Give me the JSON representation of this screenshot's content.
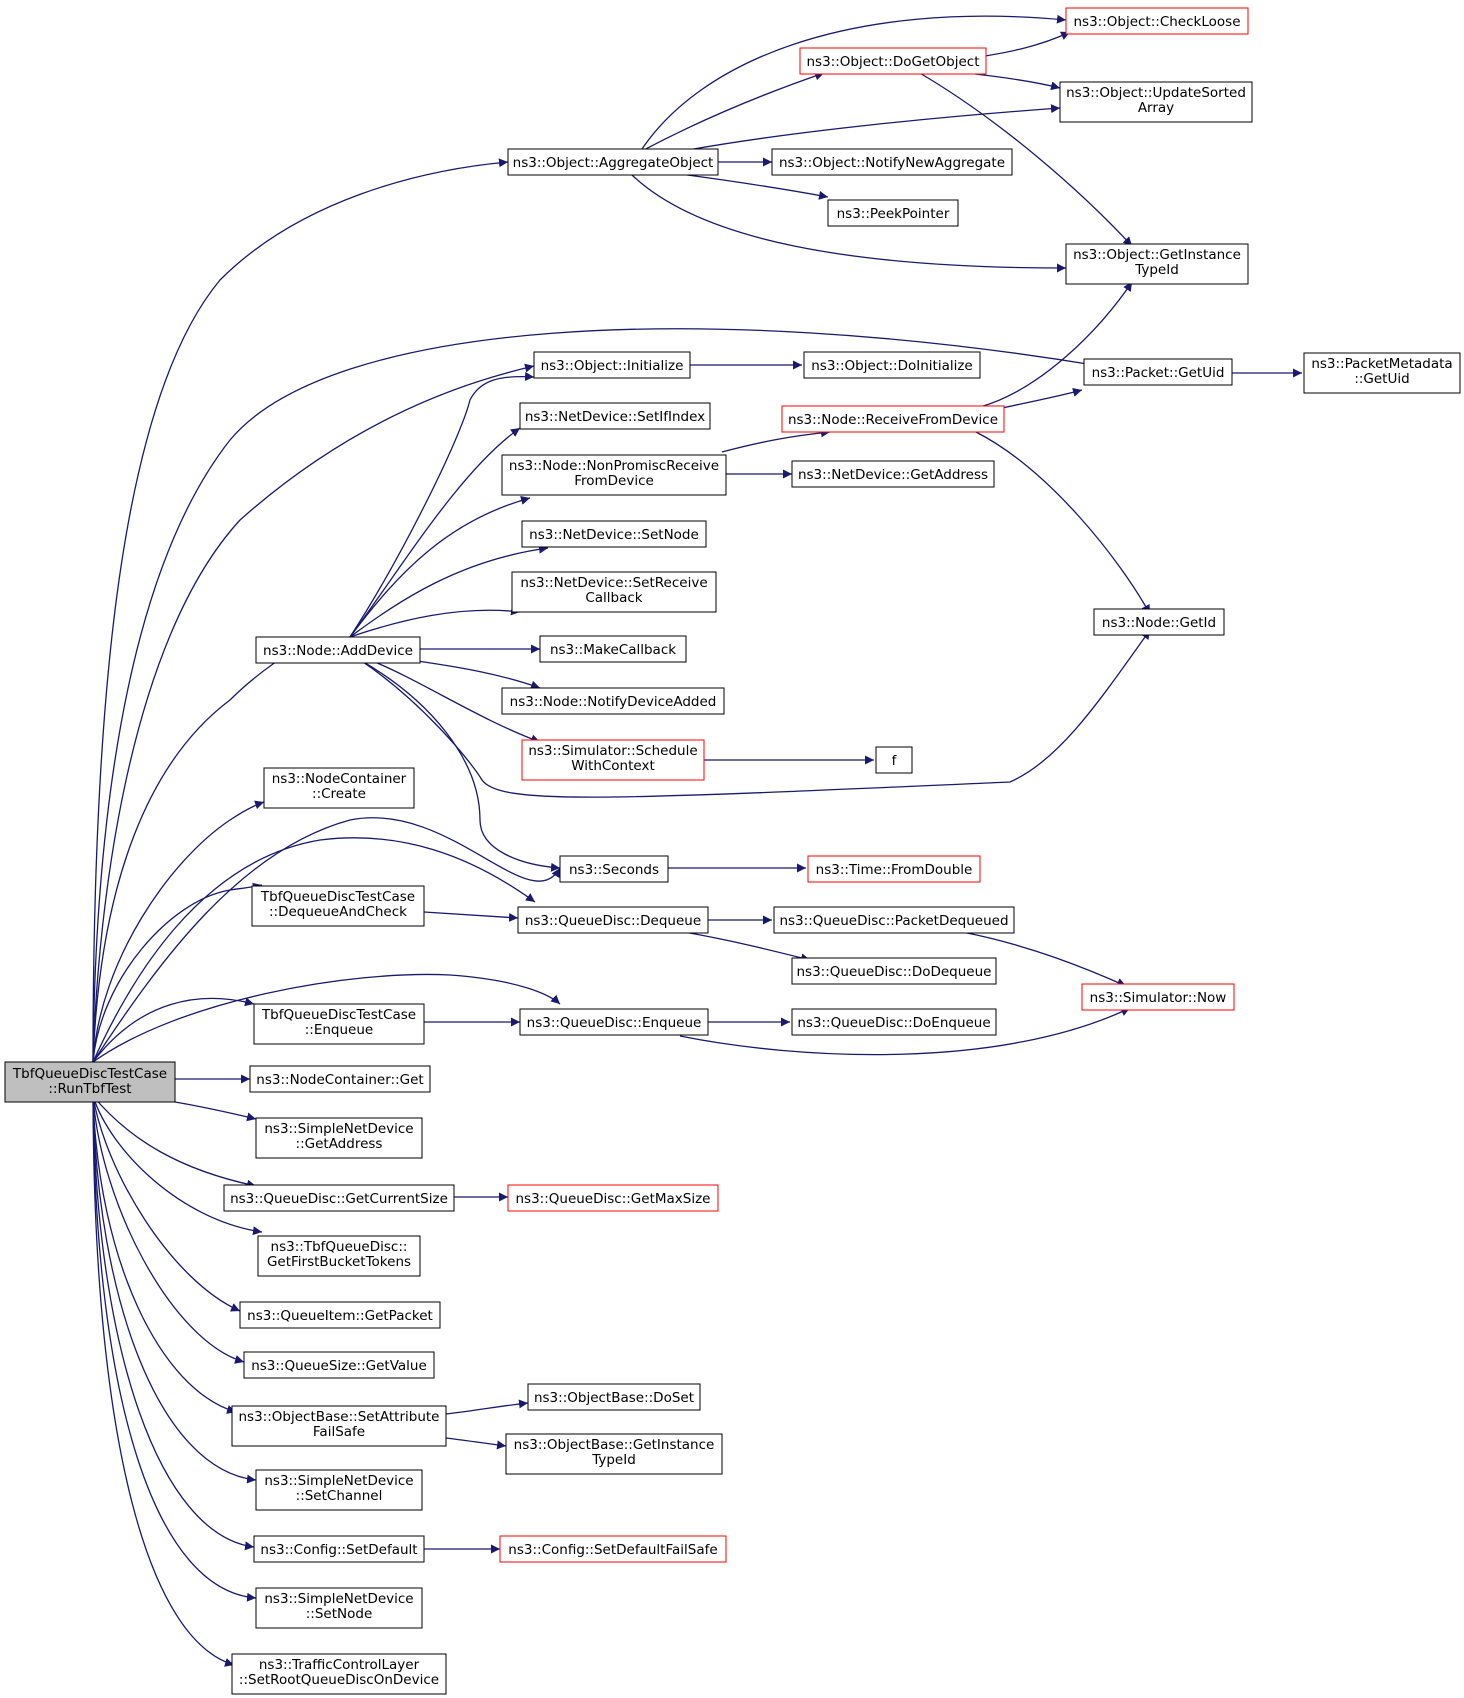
{
  "colors": {
    "edge": "#191970",
    "node_border": "#000000",
    "node_border_truncated": "#ff0000",
    "node_fill": "#ffffff",
    "root_fill": "#bfbfbf",
    "text": "#000000"
  },
  "nodes": {
    "root": {
      "lines": [
        "TbfQueueDiscTestCase",
        "::RunTbfTest"
      ]
    },
    "aggregate_object": {
      "lines": [
        "ns3::Object::AggregateObject"
      ]
    },
    "node_add_device": {
      "lines": [
        "ns3::Node::AddDevice"
      ]
    },
    "node_container_create": {
      "lines": [
        "ns3::NodeContainer",
        "::Create"
      ]
    },
    "dequeue_and_check": {
      "lines": [
        "TbfQueueDiscTestCase",
        "::DequeueAndCheck"
      ]
    },
    "tbf_enqueue": {
      "lines": [
        "TbfQueueDiscTestCase",
        "::Enqueue"
      ]
    },
    "node_container_get": {
      "lines": [
        "ns3::NodeContainer::Get"
      ]
    },
    "simple_net_device_get_address": {
      "lines": [
        "ns3::SimpleNetDevice",
        "::GetAddress"
      ]
    },
    "queue_disc_get_current_size": {
      "lines": [
        "ns3::QueueDisc::GetCurrentSize"
      ]
    },
    "tbf_get_first_bucket_tokens": {
      "lines": [
        "ns3::TbfQueueDisc::",
        "GetFirstBucketTokens"
      ]
    },
    "queue_item_get_packet": {
      "lines": [
        "ns3::QueueItem::GetPacket"
      ]
    },
    "queue_size_get_value": {
      "lines": [
        "ns3::QueueSize::GetValue"
      ]
    },
    "set_attribute_fail_safe": {
      "lines": [
        "ns3::ObjectBase::SetAttribute",
        "FailSafe"
      ]
    },
    "simple_net_device_set_channel": {
      "lines": [
        "ns3::SimpleNetDevice",
        "::SetChannel"
      ]
    },
    "config_set_default": {
      "lines": [
        "ns3::Config::SetDefault"
      ]
    },
    "simple_net_device_set_node": {
      "lines": [
        "ns3::SimpleNetDevice",
        "::SetNode"
      ]
    },
    "set_root_queue_disc": {
      "lines": [
        "ns3::TrafficControlLayer",
        "::SetRootQueueDiscOnDevice"
      ]
    },
    "do_get_object": {
      "lines": [
        "ns3::Object::DoGetObject"
      ]
    },
    "notify_new_aggregate": {
      "lines": [
        "ns3::Object::NotifyNewAggregate"
      ]
    },
    "peek_pointer": {
      "lines": [
        "ns3::PeekPointer"
      ]
    },
    "object_initialize": {
      "lines": [
        "ns3::Object::Initialize"
      ]
    },
    "net_device_set_if_index": {
      "lines": [
        "ns3::NetDevice::SetIfIndex"
      ]
    },
    "non_promisc_receive": {
      "lines": [
        "ns3::Node::NonPromiscReceive",
        "FromDevice"
      ]
    },
    "net_device_set_node": {
      "lines": [
        "ns3::NetDevice::SetNode"
      ]
    },
    "net_device_set_receive_callback": {
      "lines": [
        "ns3::NetDevice::SetReceive",
        "Callback"
      ]
    },
    "make_callback": {
      "lines": [
        "ns3::MakeCallback"
      ]
    },
    "notify_device_added": {
      "lines": [
        "ns3::Node::NotifyDeviceAdded"
      ]
    },
    "schedule_with_context": {
      "lines": [
        "ns3::Simulator::Schedule",
        "WithContext"
      ]
    },
    "seconds": {
      "lines": [
        "ns3::Seconds"
      ]
    },
    "queue_disc_dequeue": {
      "lines": [
        "ns3::QueueDisc::Dequeue"
      ]
    },
    "queue_disc_enqueue": {
      "lines": [
        "ns3::QueueDisc::Enqueue"
      ]
    },
    "queue_disc_get_max_size": {
      "lines": [
        "ns3::QueueDisc::GetMaxSize"
      ]
    },
    "object_base_do_set": {
      "lines": [
        "ns3::ObjectBase::DoSet"
      ]
    },
    "object_base_get_instance_type_id": {
      "lines": [
        "ns3::ObjectBase::GetInstance",
        "TypeId"
      ]
    },
    "config_set_default_fail_safe": {
      "lines": [
        "ns3::Config::SetDefaultFailSafe"
      ]
    },
    "check_loose": {
      "lines": [
        "ns3::Object::CheckLoose"
      ]
    },
    "update_sorted_array": {
      "lines": [
        "ns3::Object::UpdateSorted",
        "Array"
      ]
    },
    "get_instance_type_id": {
      "lines": [
        "ns3::Object::GetInstance",
        "TypeId"
      ]
    },
    "object_do_initialize": {
      "lines": [
        "ns3::Object::DoInitialize"
      ]
    },
    "receive_from_device": {
      "lines": [
        "ns3::Node::ReceiveFromDevice"
      ]
    },
    "net_device_get_address": {
      "lines": [
        "ns3::NetDevice::GetAddress"
      ]
    },
    "f_func": {
      "lines": [
        "f"
      ]
    },
    "time_from_double": {
      "lines": [
        "ns3::Time::FromDouble"
      ]
    },
    "packet_dequeued": {
      "lines": [
        "ns3::QueueDisc::PacketDequeued"
      ]
    },
    "do_dequeue": {
      "lines": [
        "ns3::QueueDisc::DoDequeue"
      ]
    },
    "do_enqueue": {
      "lines": [
        "ns3::QueueDisc::DoEnqueue"
      ]
    },
    "packet_get_uid": {
      "lines": [
        "ns3::Packet::GetUid"
      ]
    },
    "node_get_id": {
      "lines": [
        "ns3::Node::GetId"
      ]
    },
    "simulator_now": {
      "lines": [
        "ns3::Simulator::Now"
      ]
    },
    "packet_metadata_get_uid": {
      "lines": [
        "ns3::PacketMetadata",
        "::GetUid"
      ]
    }
  }
}
